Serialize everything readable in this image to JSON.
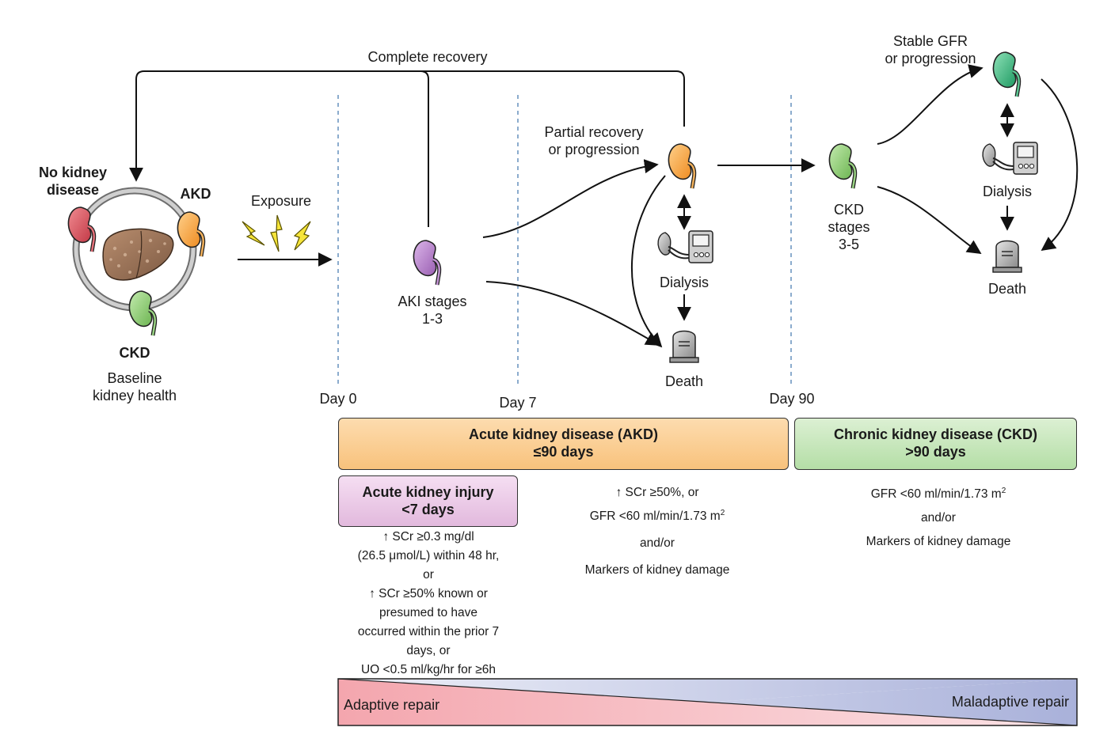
{
  "colors": {
    "kidney_red": "#d9505a",
    "kidney_orange": "#f5a540",
    "kidney_green_light": "#8fcf78",
    "kidney_purple": "#b27fc4",
    "kidney_green_dark": "#3bb07a",
    "akd_box": "#fcd29c",
    "aki_box": "#eccbe8",
    "ckd_box": "#c8e7bd",
    "adaptive": "#f6b9bf",
    "maladaptive": "#b9bfe0",
    "timeline_dash": "#5a88b8"
  },
  "labels": {
    "complete_recovery": "Complete recovery",
    "no_kidney_disease_1": "No kidney",
    "no_kidney_disease_2": "disease",
    "akd_short": "AKD",
    "ckd_short": "CKD",
    "baseline_1": "Baseline",
    "baseline_2": "kidney health",
    "exposure": "Exposure",
    "aki_stages_1": "AKI stages",
    "aki_stages_2": "1-3",
    "partial_recovery_1": "Partial recovery",
    "partial_recovery_2": "or progression",
    "dialysis_mid": "Dialysis",
    "death_mid": "Death",
    "ckd_stages_1": "CKD",
    "ckd_stages_2": "stages",
    "ckd_stages_3": "3-5",
    "stable_gfr_1": "Stable GFR",
    "stable_gfr_2": "or progression",
    "dialysis_right": "Dialysis",
    "death_right": "Death",
    "day0": "Day 0",
    "day7": "Day 7",
    "day90": "Day 90"
  },
  "boxes": {
    "akd_title_1": "Acute kidney disease (AKD)",
    "akd_title_2": "≤90 days",
    "ckd_title_1": "Chronic kidney disease (CKD)",
    "ckd_title_2": ">90 days",
    "aki_title_1": "Acute kidney injury",
    "aki_title_2": "<7 days"
  },
  "criteria": {
    "aki": [
      "↑ SCr ≥0.3 mg/dl",
      "(26.5 μmol/L) within 48 hr,",
      "or",
      "↑ SCr ≥50% known or",
      "presumed to have",
      "occurred within the prior 7",
      "days, or",
      "UO <0.5 ml/kg/hr for ≥6h"
    ],
    "akd_1": "↑ SCr ≥50%, or",
    "akd_2": "GFR <60 ml/min/1.73 m",
    "akd_sup": "2",
    "akd_3": "and/or",
    "akd_4": "Markers of kidney damage",
    "ckd_1": "GFR <60 ml/min/1.73 m",
    "ckd_sup": "2",
    "ckd_2": "and/or",
    "ckd_3": "Markers of kidney damage"
  },
  "repair": {
    "adaptive": "Adaptive repair",
    "maladaptive": "Maladaptive repair"
  },
  "icons": [
    "kidney-icon",
    "liver-icon",
    "lightning-icon",
    "dialysis-machine-icon",
    "tombstone-icon"
  ]
}
